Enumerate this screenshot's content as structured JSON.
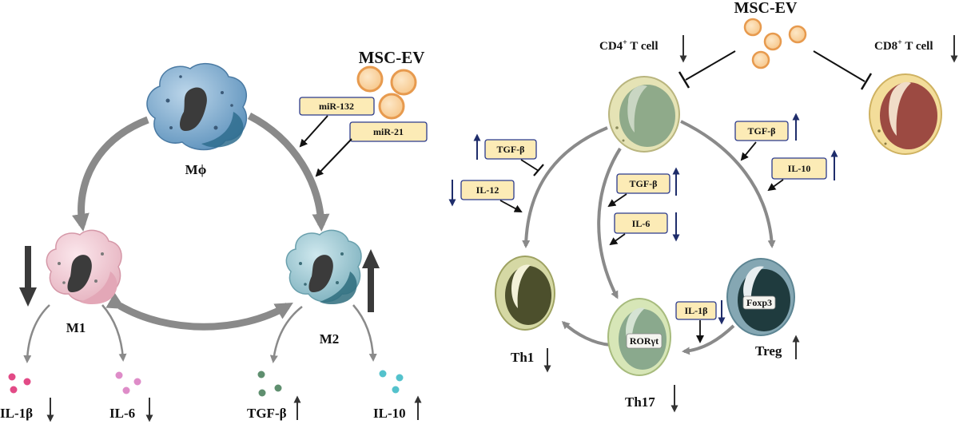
{
  "macrophage": {
    "mphi": "Mϕ",
    "m1": "M1",
    "m2": "M2",
    "msc_ev": "MSC-EV",
    "mir132": "miR-132",
    "mir21": "miR-21",
    "cyt_m1_a": "IL-1β",
    "cyt_m1_b": "IL-6",
    "cyt_m2_a": "TGF-β",
    "cyt_m2_b": "IL-10"
  },
  "tcell": {
    "msc_ev": "MSC-EV",
    "cd4_base": "CD4",
    "cd4_sup": "+",
    "cd4_rest": " T cell",
    "cd8_base": "CD8",
    "cd8_sup": "+",
    "cd8_rest": " T cell",
    "th1": "Th1",
    "th17": "Th17",
    "treg": "Treg",
    "foxp3": "Foxp3",
    "rorgt": "RORγt",
    "tgfb_th1": "TGF-β",
    "il12": "IL-12",
    "tgfb_th17": "TGF-β",
    "il6": "IL-6",
    "tgfb_treg": "TGF-β",
    "il10": "IL-10",
    "il1b": "IL-1β"
  },
  "colors": {
    "arrow_gray": "#8a8a8a",
    "dark_arrow": "#3a3a3a",
    "navy_arrow": "#1f2d6b",
    "label_fill": "#fcebb6",
    "label_border": "#2b3a8c",
    "ev_fill": "#f7c98f",
    "ev_stroke": "#e79a4e"
  }
}
